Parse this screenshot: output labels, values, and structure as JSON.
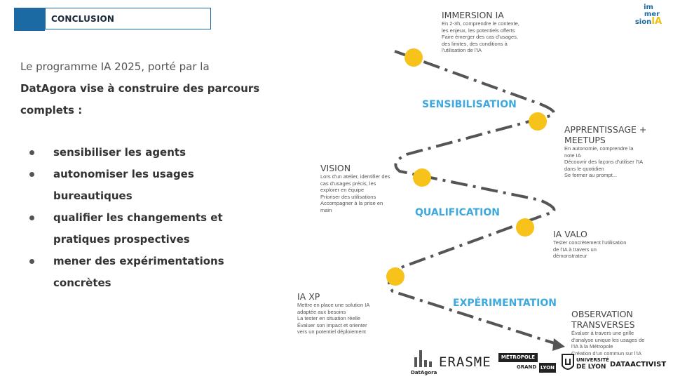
{
  "header": {
    "title": "CONCLUSION",
    "accent_color": "#1c6aa3"
  },
  "intro": {
    "lead": "Le programme IA 2025, porté par la",
    "bold": "DatAgora vise à construire des parcours complets :"
  },
  "goals": [
    "sensibiliser les agents",
    "autonomiser les usages bureautiques",
    "qualifier les changements et pratiques prospectives",
    "mener des expérimentations concrètes"
  ],
  "phases": {
    "p1": "SENSIBILISATION",
    "p2": "QUALIFICATION",
    "p3": "EXPÉRIMENTATION",
    "color": "#3ea9de"
  },
  "stages": {
    "immersion": {
      "title": "IMMERSION IA",
      "desc": [
        "En 2-3h, comprendre le contexte,",
        "les enjeux, les potentiels offerts",
        "Faire émerger des cas d'usages,",
        "des limites, des conditions à",
        "l'utilisation de l'IA"
      ]
    },
    "apprentissage": {
      "title_1": "APPRENTISSAGE +",
      "title_2": "MEETUPS",
      "desc": [
        "En autonomie, comprendre la",
        "note IA",
        "Découvrir des façons d'utiliser l'IA",
        "dans le quotidien",
        "Se former au prompt..."
      ]
    },
    "vision": {
      "title": "VISION",
      "desc": [
        "Lors d'un atelier, identifier des",
        "cas d'usages précis, les",
        "explorer en équipe",
        "Prioriser des utilisations",
        "Accompagner à la prise en",
        "main"
      ]
    },
    "valo": {
      "title": "IA VALO",
      "desc": [
        "Tester concrètement l'utilisation",
        "de l'IA à travers un",
        "démonstrateur"
      ]
    },
    "xp": {
      "title": "IA XP",
      "desc": [
        "Mettre en place une solution IA",
        "adaptée aux besoins",
        "La tester en situation réelle",
        "Évaluer son impact et orienter",
        "vers un potentiel déploiement"
      ]
    },
    "observation": {
      "title_1": "OBSERVATION",
      "title_2": "TRANSVERSES",
      "desc": [
        "Évaluer à travers une grille",
        "d'analyse unique les usages de",
        "l'IA à la Métropole",
        "Création d'un commun sur l'IA"
      ]
    }
  },
  "path_color": "#555555",
  "marker_color": "#f7c21a",
  "logo": {
    "line1": "im",
    "line2": "mer",
    "line3": "sion",
    "ia": "IA"
  },
  "partners": {
    "datagora": "DatAgora",
    "erasme": "ERASME",
    "metropole_1": "MÉTROPOLE",
    "metropole_2": "GRAND",
    "metropole_3": "LYON",
    "universite_1": "UNIVERSITÉ",
    "universite_2": "DE LYON",
    "dataactivist_1": "DATA",
    "dataactivist_2": "ACTIVIST"
  }
}
